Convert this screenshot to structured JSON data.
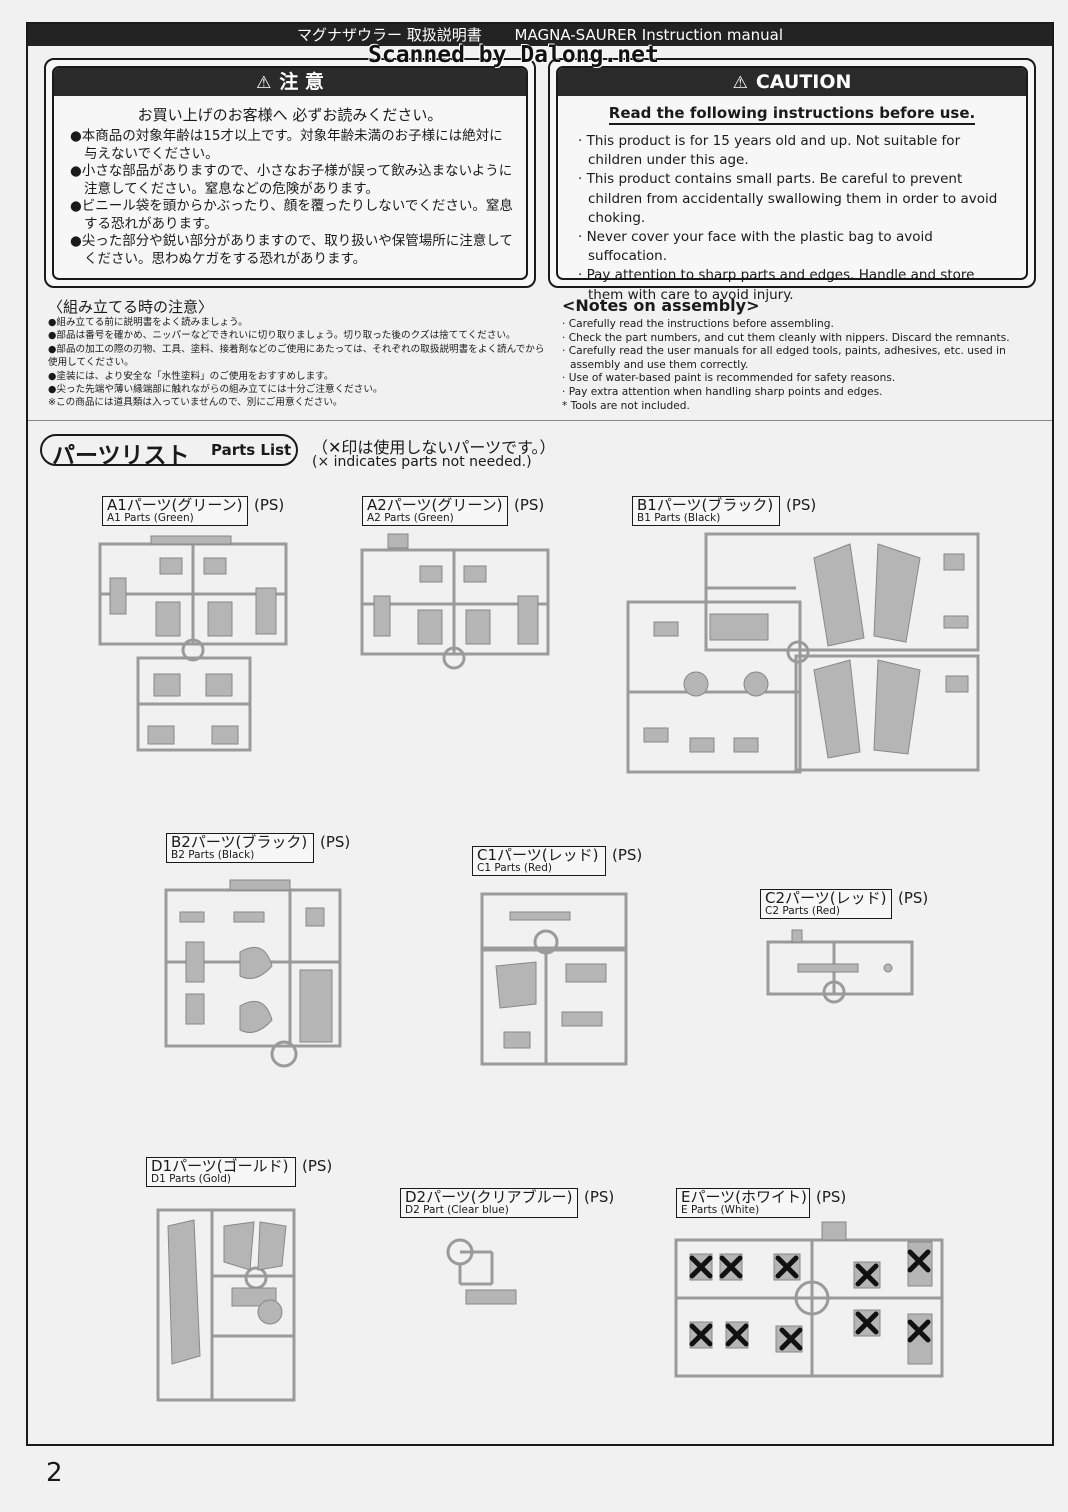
{
  "header": {
    "title_jp": "マグナザウラー 取扱説明書",
    "title_en": "MAGNA-SAURER Instruction manual"
  },
  "watermark": "Scanned by Dalong.net",
  "caution_jp": {
    "heading": "注 意",
    "subheading": "お買い上げのお客様へ 必ずお読みください。",
    "items": [
      "●本商品の対象年齢は15才以上です。対象年齢未満のお子様には絶対に与えないでください。",
      "●小さな部品がありますので、小さなお子様が誤って飲み込まないように注意してください。窒息などの危険があります。",
      "●ビニール袋を頭からかぶったり、顔を覆ったりしないでください。窒息する恐れがあります。",
      "●尖った部分や鋭い部分がありますので、取り扱いや保管場所に注意してください。思わぬケガをする恐れがあります。"
    ]
  },
  "caution_en": {
    "heading": "CAUTION",
    "subheading": "Read the following instructions before use.",
    "items": [
      "· This product is for 15 years old and up. Not suitable for children under this age.",
      "· This product contains small parts. Be careful to prevent children from accidentally swallowing them in order to avoid choking.",
      "· Never cover your face with the plastic bag to avoid suffocation.",
      "· Pay attention to sharp parts and edges. Handle and store them with care to avoid injury."
    ]
  },
  "notes_jp": {
    "title": "〈組み立てる時の注意〉",
    "items": [
      "●組み立てる前に説明書をよく読みましょう。",
      "●部品は番号を確かめ、ニッパーなどできれいに切り取りましょう。切り取った後のクズは捨ててください。",
      "●部品の加工の際の刃物、工具、塗料、接着剤などのご使用にあたっては、それぞれの取扱説明書をよく読んでから使用してください。",
      "●塗装には、より安全な「水性塗料」のご使用をおすすめします。",
      "●尖った先端や薄い縁端部に触れながらの組み立てには十分ご注意ください。",
      "※この商品には道具類は入っていませんので、別にご用意ください。"
    ]
  },
  "notes_en": {
    "title": "<Notes on assembly>",
    "items": [
      "· Carefully read the instructions before assembling.",
      "· Check the part numbers, and cut them cleanly with nippers.  Discard the remnants.",
      "· Carefully read the user manuals for all edged tools, paints, adhesives, etc. used in assembly and use them correctly.",
      "· Use of water-based paint is recommended for safety reasons.",
      "· Pay extra attention when handling sharp points and edges.",
      "* Tools are not included."
    ]
  },
  "parts_list": {
    "title_jp": "パーツリスト",
    "title_en": "Parts List",
    "note_jp": "（✕印は使用しないパーツです。）",
    "note_en": "(× indicates parts not needed.)"
  },
  "runners": {
    "A1": {
      "jp": "A1パーツ(グリーン)",
      "en": "A1 Parts (Green)",
      "ps": "(PS)"
    },
    "A2": {
      "jp": "A2パーツ(グリーン)",
      "en": "A2 Parts (Green)",
      "ps": "(PS)"
    },
    "B1": {
      "jp": "B1パーツ(ブラック)",
      "en": "B1 Parts (Black)",
      "ps": "(PS)"
    },
    "B2": {
      "jp": "B2パーツ(ブラック)",
      "en": "B2 Parts (Black)",
      "ps": "(PS)"
    },
    "C1": {
      "jp": "C1パーツ(レッド)",
      "en": "C1 Parts (Red)",
      "ps": "(PS)"
    },
    "C2": {
      "jp": "C2パーツ(レッド)",
      "en": "C2 Parts (Red)",
      "ps": "(PS)"
    },
    "D1": {
      "jp": "D1パーツ(ゴールド)",
      "en": "D1 Parts (Gold)",
      "ps": "(PS)"
    },
    "D2": {
      "jp": "D2パーツ(クリアブルー)",
      "en": "D2 Part (Clear blue)",
      "ps": "(PS)"
    },
    "E": {
      "jp": "Eパーツ(ホワイト)",
      "en": "E Parts (White)",
      "ps": "(PS)"
    }
  },
  "page_number": "2"
}
